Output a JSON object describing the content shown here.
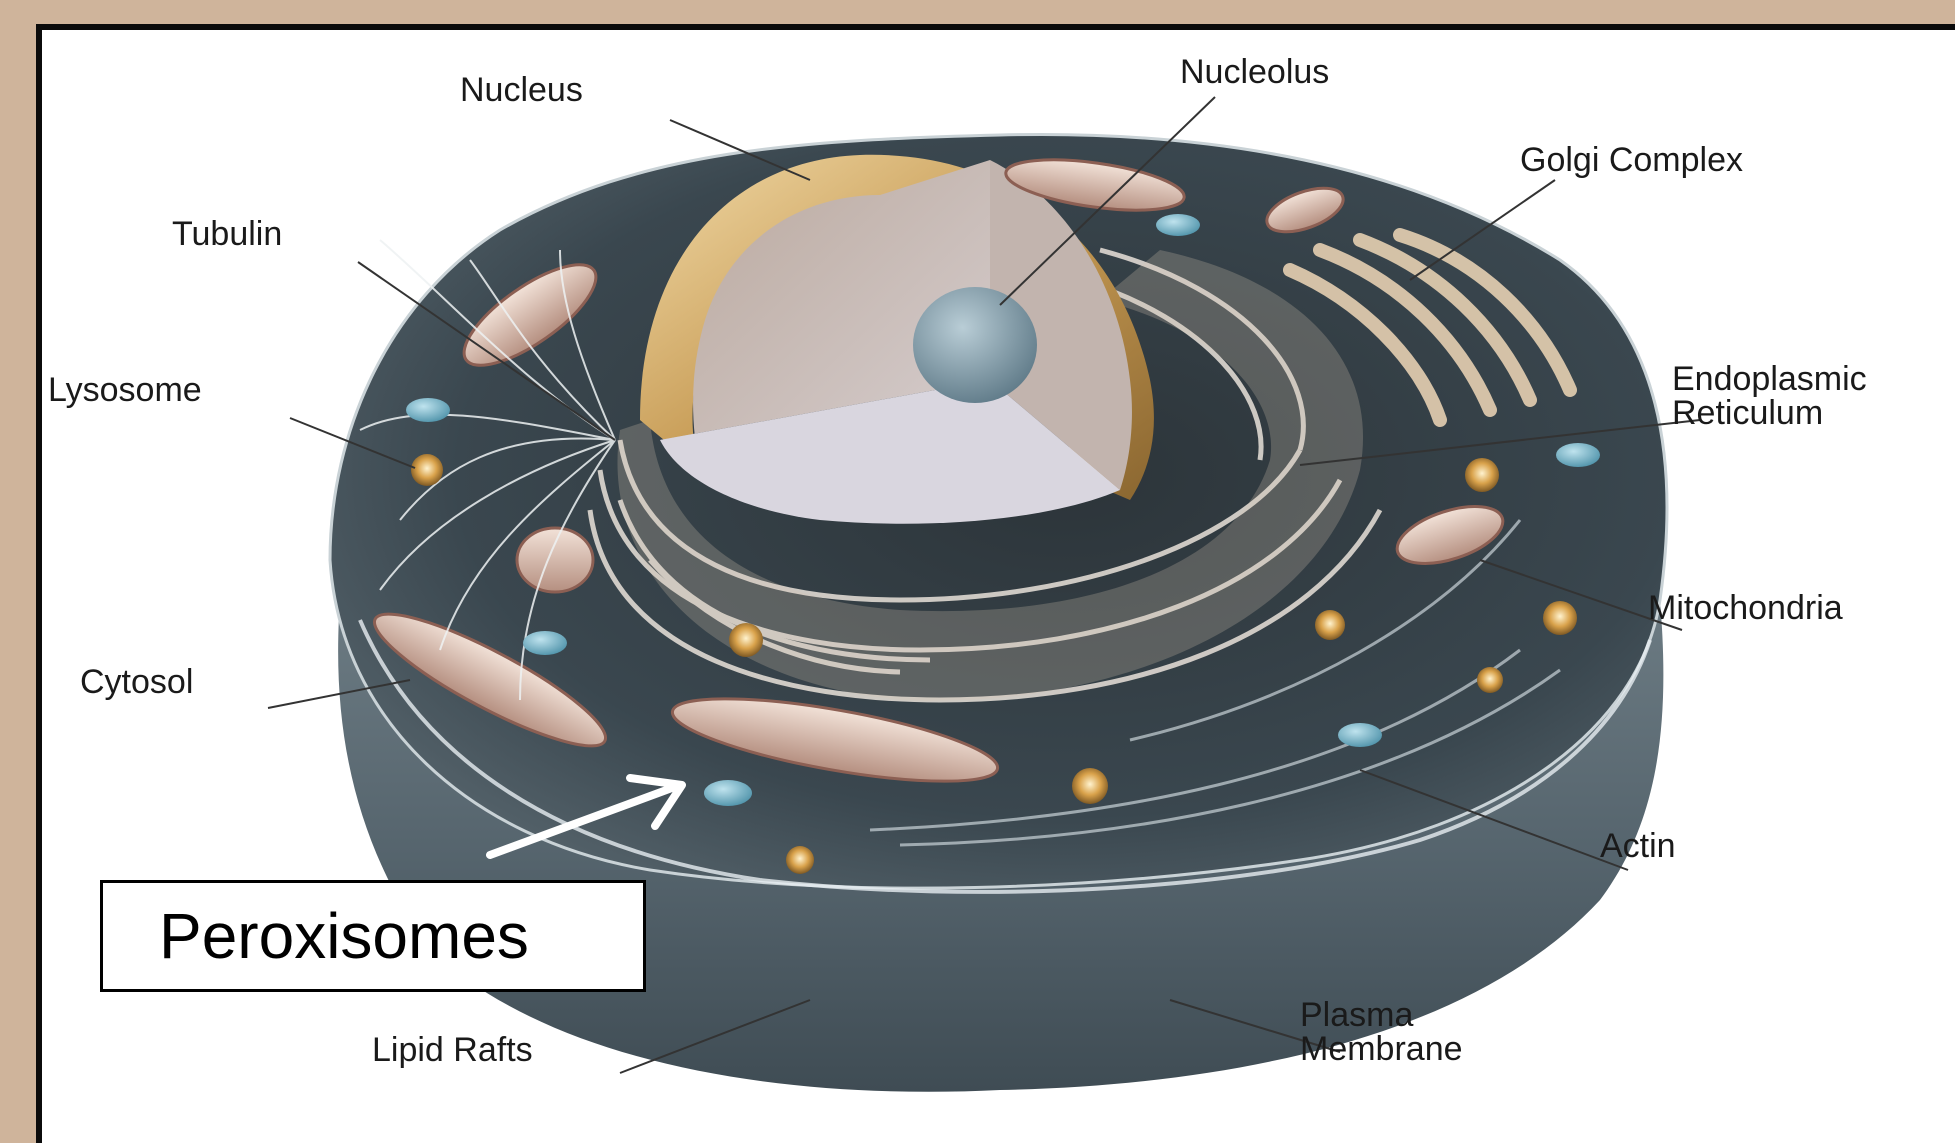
{
  "labels": {
    "nucleus": "Nucleus",
    "nucleolus": "Nucleolus",
    "golgi": "Golgi Complex",
    "tubulin": "Tubulin",
    "lysosome": "Lysosome",
    "endoplasmic": "Endoplasmic\nReticulum",
    "mitochondria": "Mitochondria",
    "cytosol": "Cytosol",
    "actin": "Actin",
    "lipid_rafts": "Lipid Rafts",
    "plasma_membrane": "Plasma\nMembrane"
  },
  "callout": "Peroxisomes",
  "colors": {
    "background": "#cfb49b",
    "cell_dark": "#36444c",
    "membrane": "#55646c",
    "nucleus_shell": "#c69a53",
    "nucleolus": "#8ea8b6",
    "peroxisome": "#78b6cc",
    "lysosome": "#d9a24b"
  }
}
